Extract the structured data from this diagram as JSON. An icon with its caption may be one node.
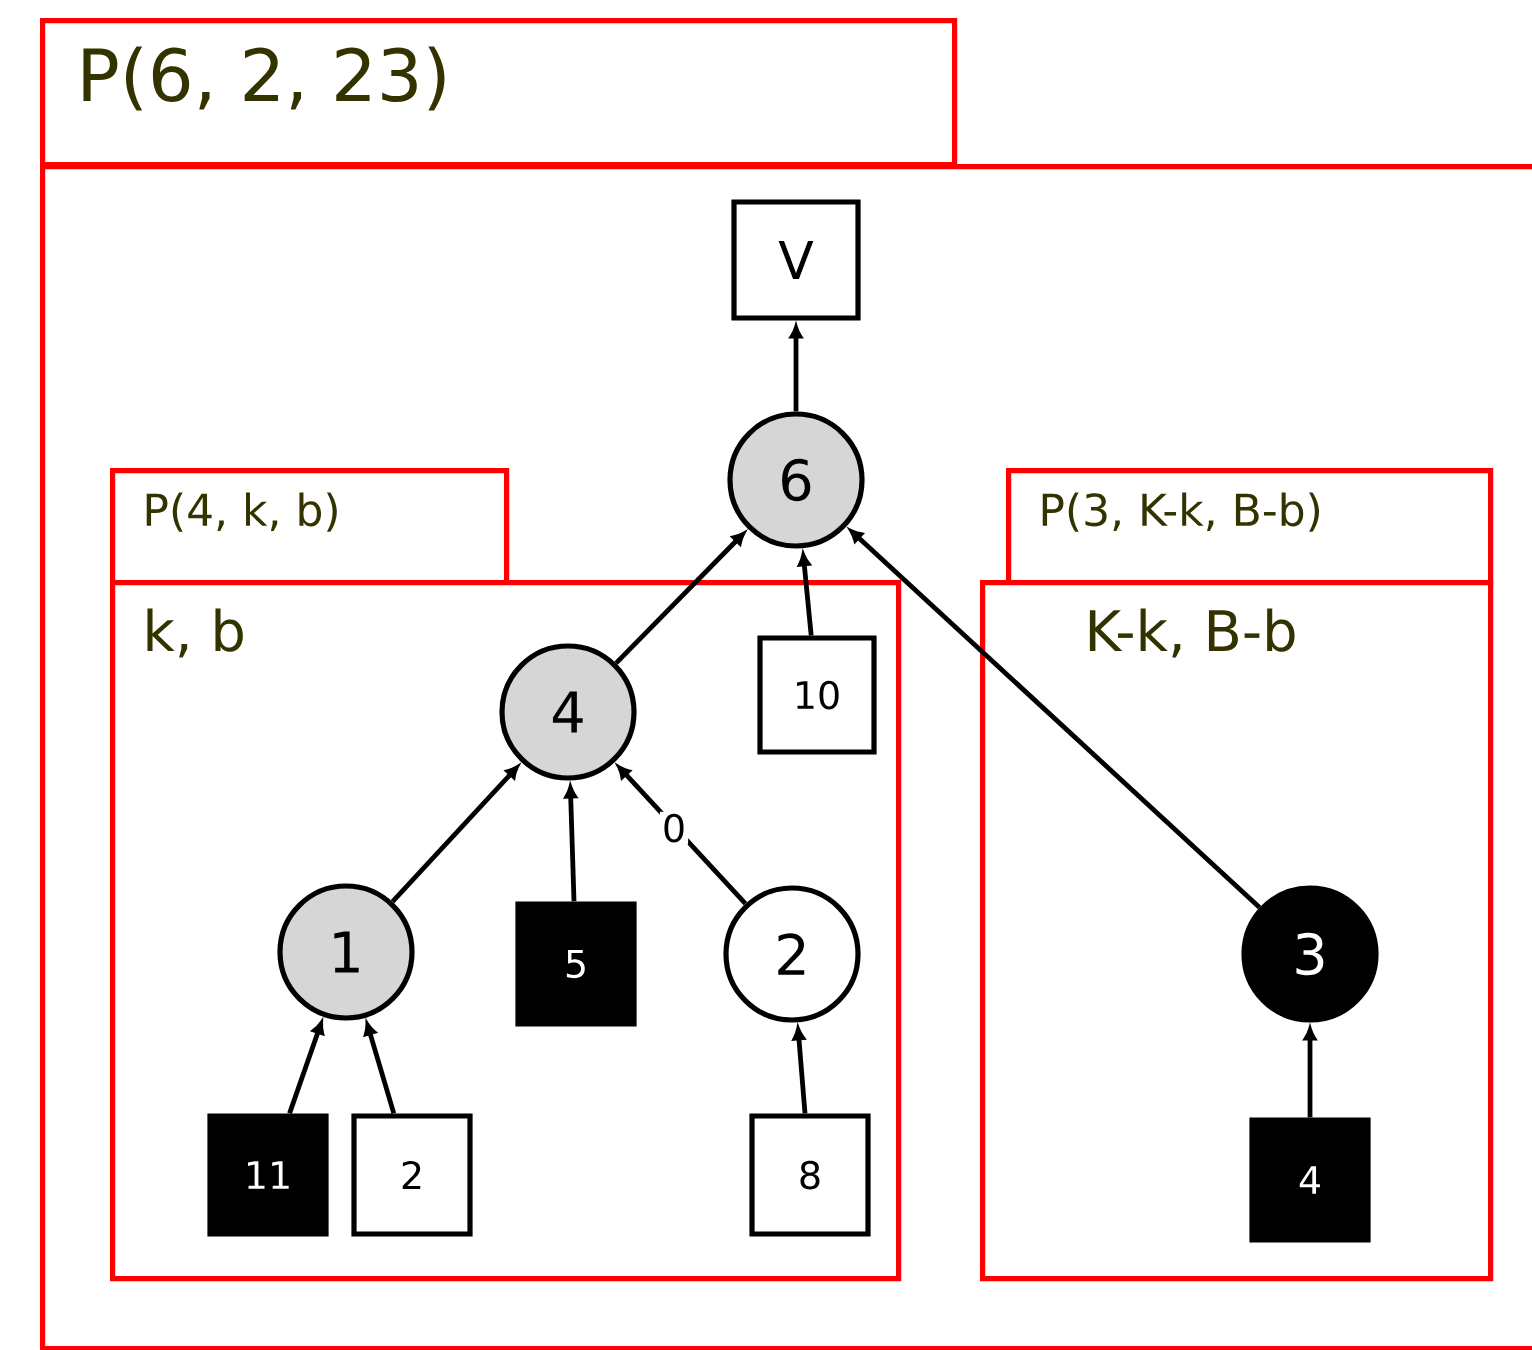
{
  "diagram": {
    "nodes": [
      {
        "text": [
          "P(6, 2, 23)"
        ]
      },
      {
        "text": [],
        "shape": "box"
      },
      {
        "text": [
          "P(4, k, b)"
        ],
        "in": 1
      },
      {
        "text": [
          "k, b"
        ],
        "in": 1
      },
      {
        "text": [
          "P(3, K-k, B-b)"
        ],
        "in": 1
      },
      {
        "text": [
          "K-k, B-b"
        ],
        "in": 1
      },
      {
        "text": [
          "V"
        ],
        "in": 1
      },
      {
        "text": [
          "6"
        ],
        "in": 1
      },
      {
        "text": [
          "10"
        ],
        "in": 3
      },
      {
        "text": [
          "4"
        ],
        "in": 3
      },
      {
        "text": [
          "1"
        ],
        "in": 3
      },
      {
        "text": [
          "5"
        ],
        "in": 3
      },
      {
        "text": [
          "2"
        ],
        "in": 3
      },
      {
        "text": [
          "11"
        ],
        "in": 3
      },
      {
        "text": [
          "2"
        ],
        "in": 3
      },
      {
        "text": [
          "8"
        ],
        "in": 3
      },
      {
        "text": [
          "3"
        ],
        "in": 5
      },
      {
        "text": [
          "4"
        ],
        "in": 5
      }
    ],
    "edges": [
      {
        "from": 7,
        "to": 6,
        "arrow": "to"
      },
      {
        "from": 9,
        "to": 7,
        "arrow": "to"
      },
      {
        "from": 8,
        "to": 7,
        "arrow": "to"
      },
      {
        "from": 16,
        "to": 7,
        "arrow": "to"
      },
      {
        "from": 10,
        "to": 9,
        "arrow": "to"
      },
      {
        "from": 11,
        "to": 9,
        "arrow": "to"
      },
      {
        "from": 12,
        "to": 9,
        "arrow": "to",
        "label": "0"
      },
      {
        "from": 13,
        "to": 10,
        "arrow": "to"
      },
      {
        "from": 14,
        "to": 10,
        "arrow": "to"
      },
      {
        "from": 15,
        "to": 12,
        "arrow": "to"
      },
      {
        "from": 17,
        "to": 16,
        "arrow": "to"
      }
    ]
  }
}
